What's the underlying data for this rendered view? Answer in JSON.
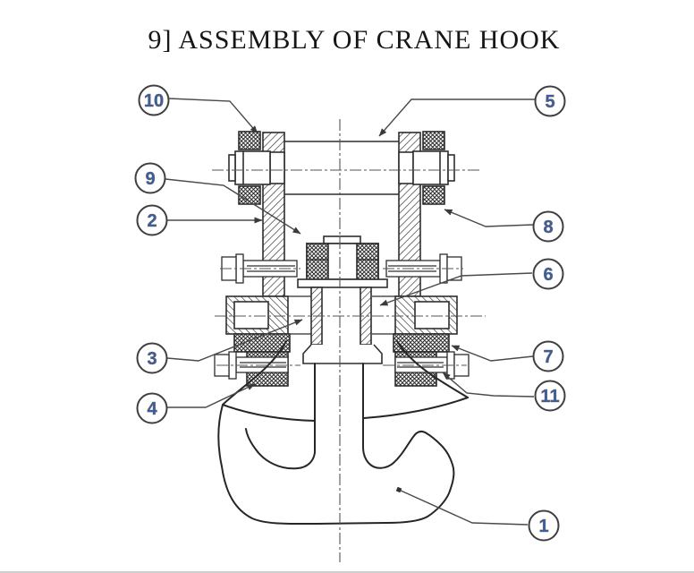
{
  "title": "9] ASSEMBLY OF CRANE HOOK",
  "drawing": {
    "background": "#ffffff",
    "line_color": "#2e2e2e",
    "centerline_color": "#555555",
    "balloon_number_color": "#3a5fa0",
    "balloons": [
      {
        "label": "10"
      },
      {
        "label": "5"
      },
      {
        "label": "9"
      },
      {
        "label": "2"
      },
      {
        "label": "8"
      },
      {
        "label": "6"
      },
      {
        "label": "3"
      },
      {
        "label": "4"
      },
      {
        "label": "7"
      },
      {
        "label": "11"
      },
      {
        "label": "1"
      }
    ]
  }
}
